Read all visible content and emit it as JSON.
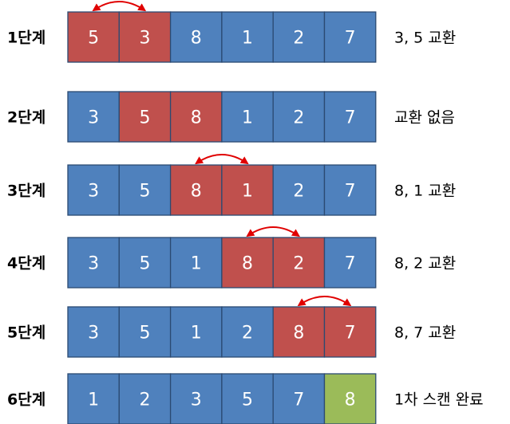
{
  "colors": {
    "default": "#4f81bd",
    "compare": "#c0504d",
    "done": "#9bbb59",
    "border": "#2b4a72",
    "arrow": "#e00000"
  },
  "steps": [
    {
      "label": "1단계",
      "values": [
        "5",
        "3",
        "8",
        "1",
        "2",
        "7"
      ],
      "states": [
        "compare",
        "compare",
        "default",
        "default",
        "default",
        "default"
      ],
      "swap": true,
      "note": "3, 5 교환"
    },
    {
      "label": "2단계",
      "values": [
        "3",
        "5",
        "8",
        "1",
        "2",
        "7"
      ],
      "states": [
        "default",
        "compare",
        "compare",
        "default",
        "default",
        "default"
      ],
      "swap": false,
      "note": "교환 없음"
    },
    {
      "label": "3단계",
      "values": [
        "3",
        "5",
        "8",
        "1",
        "2",
        "7"
      ],
      "states": [
        "default",
        "default",
        "compare",
        "compare",
        "default",
        "default"
      ],
      "swap": true,
      "note": "8, 1 교환"
    },
    {
      "label": "4단계",
      "values": [
        "3",
        "5",
        "1",
        "8",
        "2",
        "7"
      ],
      "states": [
        "default",
        "default",
        "default",
        "compare",
        "compare",
        "default"
      ],
      "swap": true,
      "note": "8, 2 교환"
    },
    {
      "label": "5단계",
      "values": [
        "3",
        "5",
        "1",
        "2",
        "8",
        "7"
      ],
      "states": [
        "default",
        "default",
        "default",
        "default",
        "compare",
        "compare"
      ],
      "swap": true,
      "note": "8, 7 교환"
    },
    {
      "label": "6단계",
      "values": [
        "1",
        "2",
        "3",
        "5",
        "7",
        "8"
      ],
      "states": [
        "default",
        "default",
        "default",
        "default",
        "default",
        "done"
      ],
      "swap": false,
      "note": "1차 스캔 완료"
    }
  ]
}
